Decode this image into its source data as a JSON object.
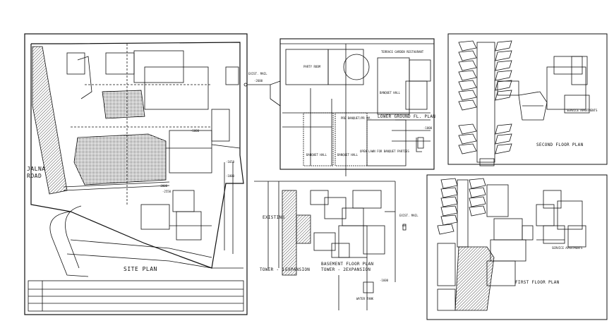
{
  "site_plan": {
    "title": "SITE PLAN",
    "road": [
      "JALNA",
      "ROAD"
    ],
    "level_labels": [
      "-1000",
      "-2550",
      "-2800",
      "-1650",
      "-1800"
    ]
  },
  "lower_ground": {
    "title": "LOWER GROUND FL. PLAN",
    "rooms": [
      "PARTY ROOM",
      "BANQUET HALL",
      "BANQUET HALL",
      "BANQUET HALL",
      "OPEN LAWN FOR BANQUET PARTIES",
      "TERRACE GARDEN RESTAURANT",
      "PRE BANQUET/PR RM."
    ],
    "exit_mark": "EXIST. MAIL",
    "levels": [
      "-1000",
      "-2600"
    ]
  },
  "second_floor": {
    "title": "SECOND FLOOR PLAN",
    "room": "SERVICE APARTMENTS"
  },
  "basement": {
    "title": "BASEMENT FLOOR PLAN",
    "existing": "EXISTING",
    "towers": [
      "TOWER - 1",
      "EXPANSION",
      "TOWER - 2",
      "EXPANSION"
    ],
    "water_tank": "WATER TANK",
    "level": "-1600"
  },
  "first_floor": {
    "title": "FIRST FLOOR PLAN",
    "room": "SERVICE APARTMENTS",
    "exit_mark": "EXIST. MAIL"
  }
}
